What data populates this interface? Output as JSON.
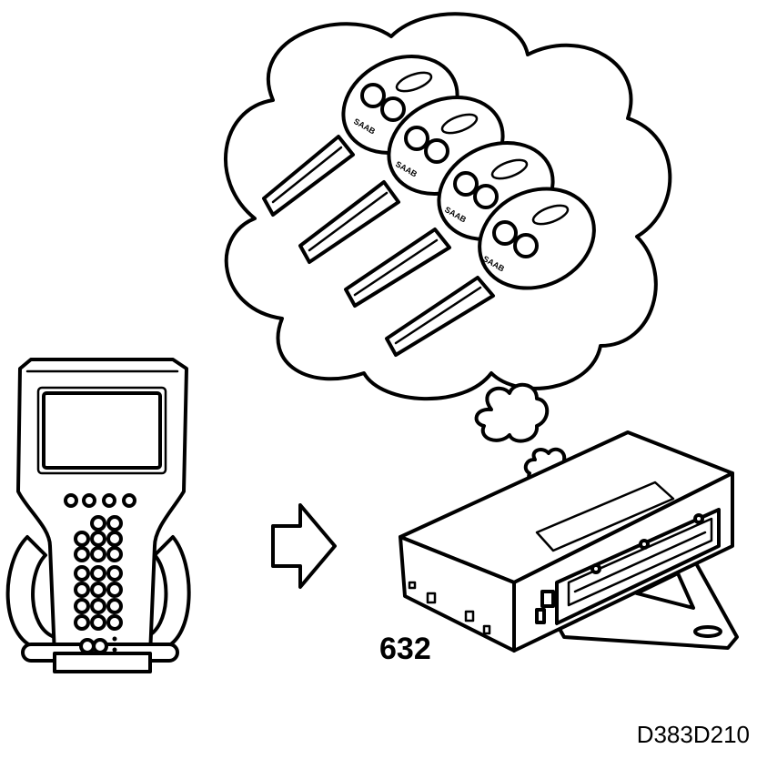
{
  "labels": {
    "part_number": "632",
    "figure_code": "D383D210"
  },
  "keys": [
    {
      "brand": "SAAB"
    },
    {
      "brand": "SAAB"
    },
    {
      "brand": "SAAB"
    },
    {
      "brand": "SAAB"
    }
  ],
  "colors": {
    "ink": "#000000",
    "paper": "#ffffff"
  }
}
